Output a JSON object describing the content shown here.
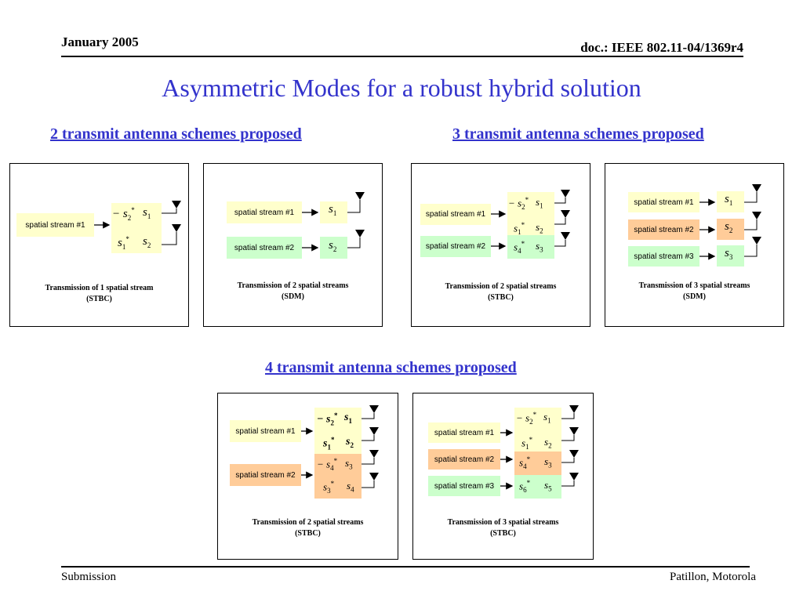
{
  "header": {
    "date": "January 2005",
    "doc": "doc.: IEEE 802.11-04/1369r4"
  },
  "title": "Asymmetric Modes for a robust hybrid solution",
  "sections": {
    "two_tx": "2 transmit antenna schemes proposed",
    "three_tx": "3 transmit antenna schemes proposed",
    "four_tx": "4 transmit antenna schemes proposed"
  },
  "streams": {
    "s1": "spatial stream #1",
    "s2": "spatial stream #2",
    "s3": "spatial stream #3"
  },
  "symbols": {
    "minus": "−",
    "star": "*",
    "s": "s",
    "i1": "1",
    "i2": "2",
    "i3": "3",
    "i4": "4",
    "i5": "5",
    "i6": "6"
  },
  "captions": {
    "p1": {
      "line1": "Transmission of 1 spatial stream",
      "line2": "(STBC)"
    },
    "p2": {
      "line1": "Transmission of 2 spatial streams",
      "line2": "(SDM)"
    },
    "p3": {
      "line1": "Transmission of 2 spatial streams",
      "line2": "(STBC)"
    },
    "p4": {
      "line1": "Transmission of 3 spatial streams",
      "line2": "(SDM)"
    },
    "p5": {
      "line1": "Transmission of 2 spatial streams",
      "line2": "(STBC)"
    },
    "p6": {
      "line1": "Transmission of 3 spatial streams",
      "line2": "(STBC)"
    }
  },
  "colors": {
    "title": "#3333cc",
    "stream_yellow": "#ffffcc",
    "stream_orange": "#ffcc99",
    "stream_green": "#ccffcc"
  },
  "footer": {
    "left": "Submission",
    "right": "Patillon, Motorola"
  }
}
